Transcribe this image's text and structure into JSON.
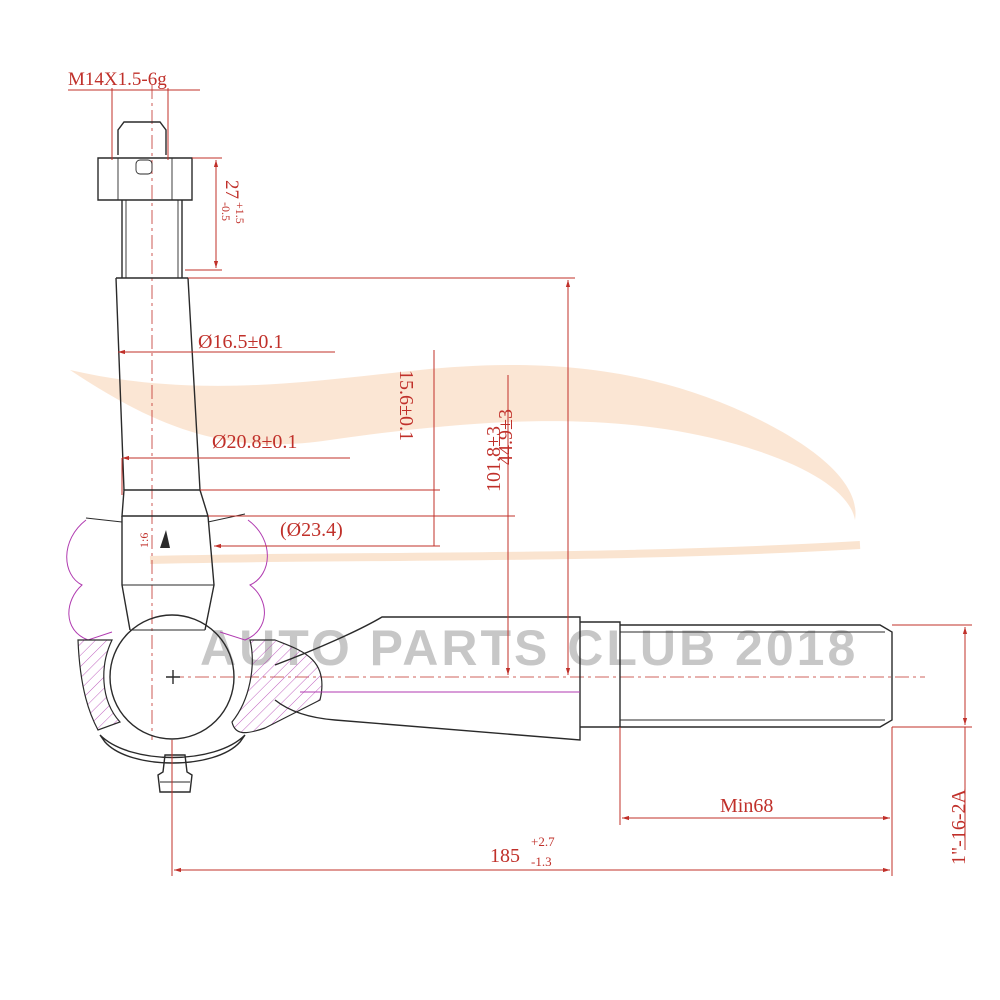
{
  "watermark": {
    "text": "AUTO PARTS CLUB 2018",
    "color": "#9a9a9a",
    "logo_color": "#f2b27a"
  },
  "colors": {
    "dimension": "#c0302a",
    "outline": "#2a2a2a",
    "boot": "#b03ab0"
  },
  "dimensions": {
    "thread_spec": "M14X1.5-6g",
    "stud_length": "27",
    "stud_length_tol_upper": "+1.5",
    "stud_length_tol_lower": "-0.5",
    "shank_diameter": "Ø16.5±0.1",
    "taper_diameter": "Ø20.8±0.1",
    "boot_diameter": "(Ø23.4)",
    "taper_ratio": "1:6",
    "taper_length": "15.6±0.1",
    "height_to_center": "44.9±3",
    "overall_height": "101.8±3",
    "thread_min_length": "Min68",
    "shaft_thread": "1\"-16-2A",
    "overall_length": "185",
    "overall_length_tol_upper": "+2.7",
    "overall_length_tol_lower": "-1.3"
  }
}
